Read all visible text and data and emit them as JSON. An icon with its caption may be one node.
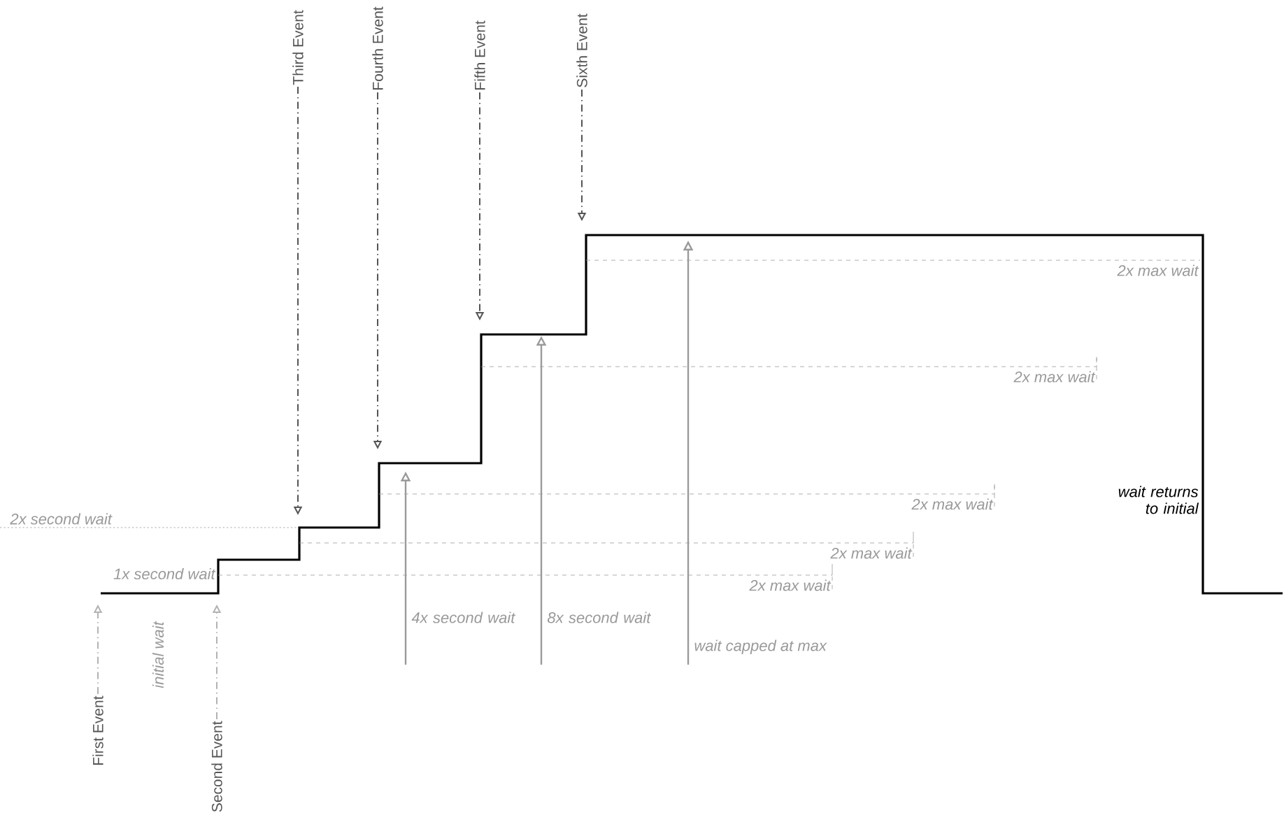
{
  "diagram": {
    "nodes": [
      {
        "text": [
          "First Event"
        ]
      },
      {
        "text": [
          "Second Event"
        ]
      },
      {
        "text": [
          "Third Event"
        ]
      },
      {
        "text": [
          "Fourth Event"
        ]
      },
      {
        "text": [
          "Fifth Event"
        ]
      },
      {
        "text": [
          "Sixth Event"
        ]
      }
    ],
    "edges": [
      {
        "from": 0,
        "to": null,
        "arrow": "to",
        "style": "dashed",
        "color": "#b3b3b3"
      },
      {
        "from": 1,
        "to": null,
        "arrow": "to",
        "style": "dashed",
        "color": "#b3b3b3"
      },
      {
        "from": 2,
        "to": null,
        "arrow": "to",
        "style": "dashed"
      },
      {
        "from": 3,
        "to": null,
        "arrow": "to",
        "style": "dashed"
      },
      {
        "from": 4,
        "to": null,
        "arrow": "to",
        "style": "dashed"
      },
      {
        "from": 5,
        "to": null,
        "arrow": "to",
        "style": "dashed"
      }
    ],
    "labels": [
      "2x max wait",
      "2x max wait",
      "2x max wait",
      "2x second wait",
      "wait returns to initial",
      "2x max wait",
      "1x second wait",
      "2x max wait",
      "initial wait",
      "4x second wait",
      "8x second wait",
      "wait capped at max"
    ]
  }
}
